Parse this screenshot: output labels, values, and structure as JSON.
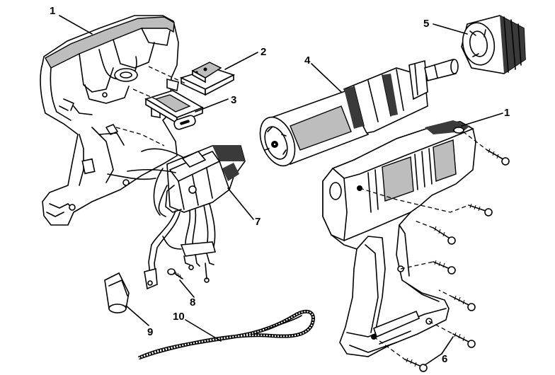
{
  "callouts": [
    {
      "id": "1a",
      "text": "1"
    },
    {
      "id": "2",
      "text": "2"
    },
    {
      "id": "3",
      "text": "3"
    },
    {
      "id": "4",
      "text": "4"
    },
    {
      "id": "5",
      "text": "5"
    },
    {
      "id": "1b",
      "text": "1"
    },
    {
      "id": "7",
      "text": "7"
    },
    {
      "id": "8",
      "text": "8"
    },
    {
      "id": "9",
      "text": "9"
    },
    {
      "id": "10",
      "text": "10"
    },
    {
      "id": "6",
      "text": "6"
    }
  ]
}
